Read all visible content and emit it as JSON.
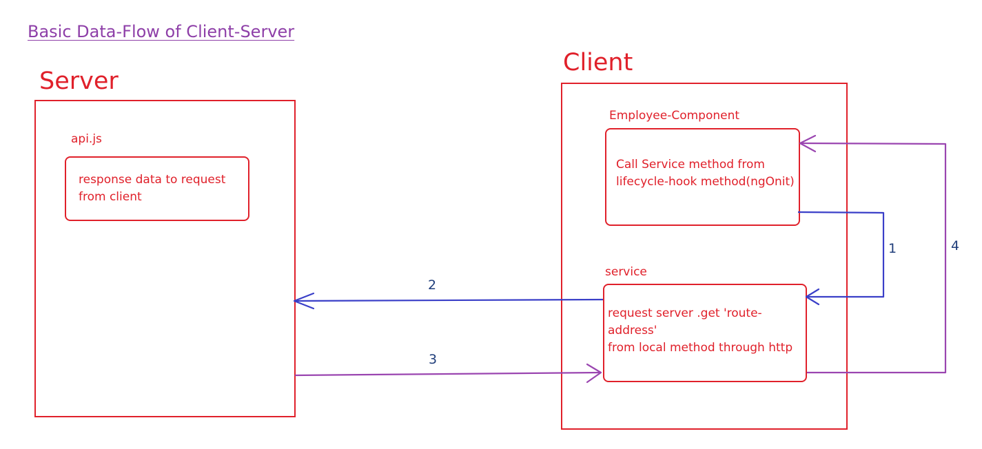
{
  "title": "Basic Data-Flow of Client-Server",
  "server": {
    "label": "Server",
    "file_label": "api.js",
    "box_text_lines": [
      "response data to request",
      "from client"
    ]
  },
  "client": {
    "label": "Client",
    "component": {
      "label": "Employee-Component",
      "text_lines": [
        "Call Service method from",
        "lifecycle-hook method(ngOnit)"
      ]
    },
    "service": {
      "label": "service",
      "text_lines": [
        "request server .get 'route-",
        "address'",
        "from local method through http"
      ]
    }
  },
  "steps": [
    "1",
    "2",
    "3",
    "4"
  ],
  "colors": {
    "red": "#e0202a",
    "blue": "#3a3fc8",
    "purple": "#9a45b0",
    "title": "#8e3fa8",
    "step_numbers": "#1f3d7a"
  }
}
